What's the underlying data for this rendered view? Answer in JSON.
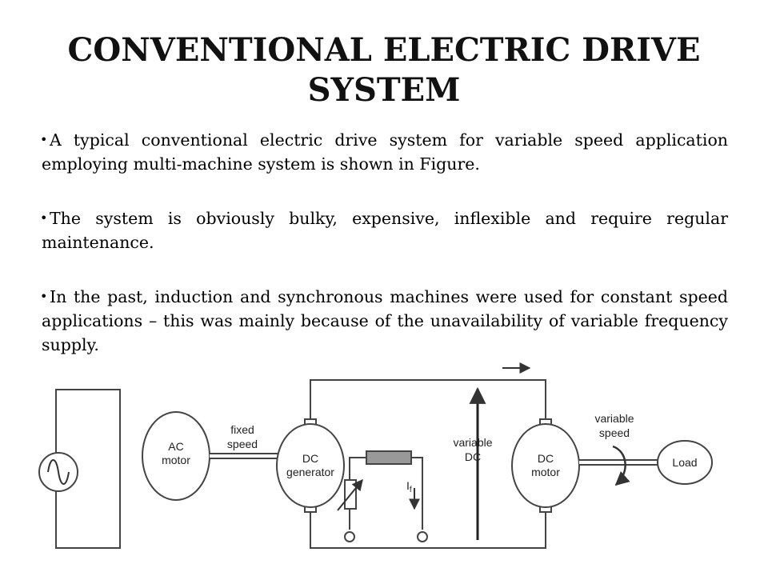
{
  "slide": {
    "title": "CONVENTIONAL ELECTRIC DRIVE SYSTEM",
    "bullets": [
      "A typical conventional electric drive system for variable speed application employing multi-machine system is shown in Figure.",
      "The system is obviously bulky, expensive, inflexible and  require regular maintenance.",
      "In the past, induction and synchronous machines were used for constant speed applications – this was mainly because of the unavailability of variable frequency supply."
    ]
  },
  "diagram": {
    "ac_motor": [
      "AC",
      "motor"
    ],
    "fixed_speed": [
      "fixed",
      "speed"
    ],
    "dc_generator": [
      "DC",
      "generator"
    ],
    "field_current": "I",
    "field_current_sub": "f",
    "variable_dc": [
      "variable",
      "DC"
    ],
    "dc_motor": [
      "DC",
      "motor"
    ],
    "variable_speed": [
      "variable",
      "speed"
    ],
    "load": "Load"
  }
}
